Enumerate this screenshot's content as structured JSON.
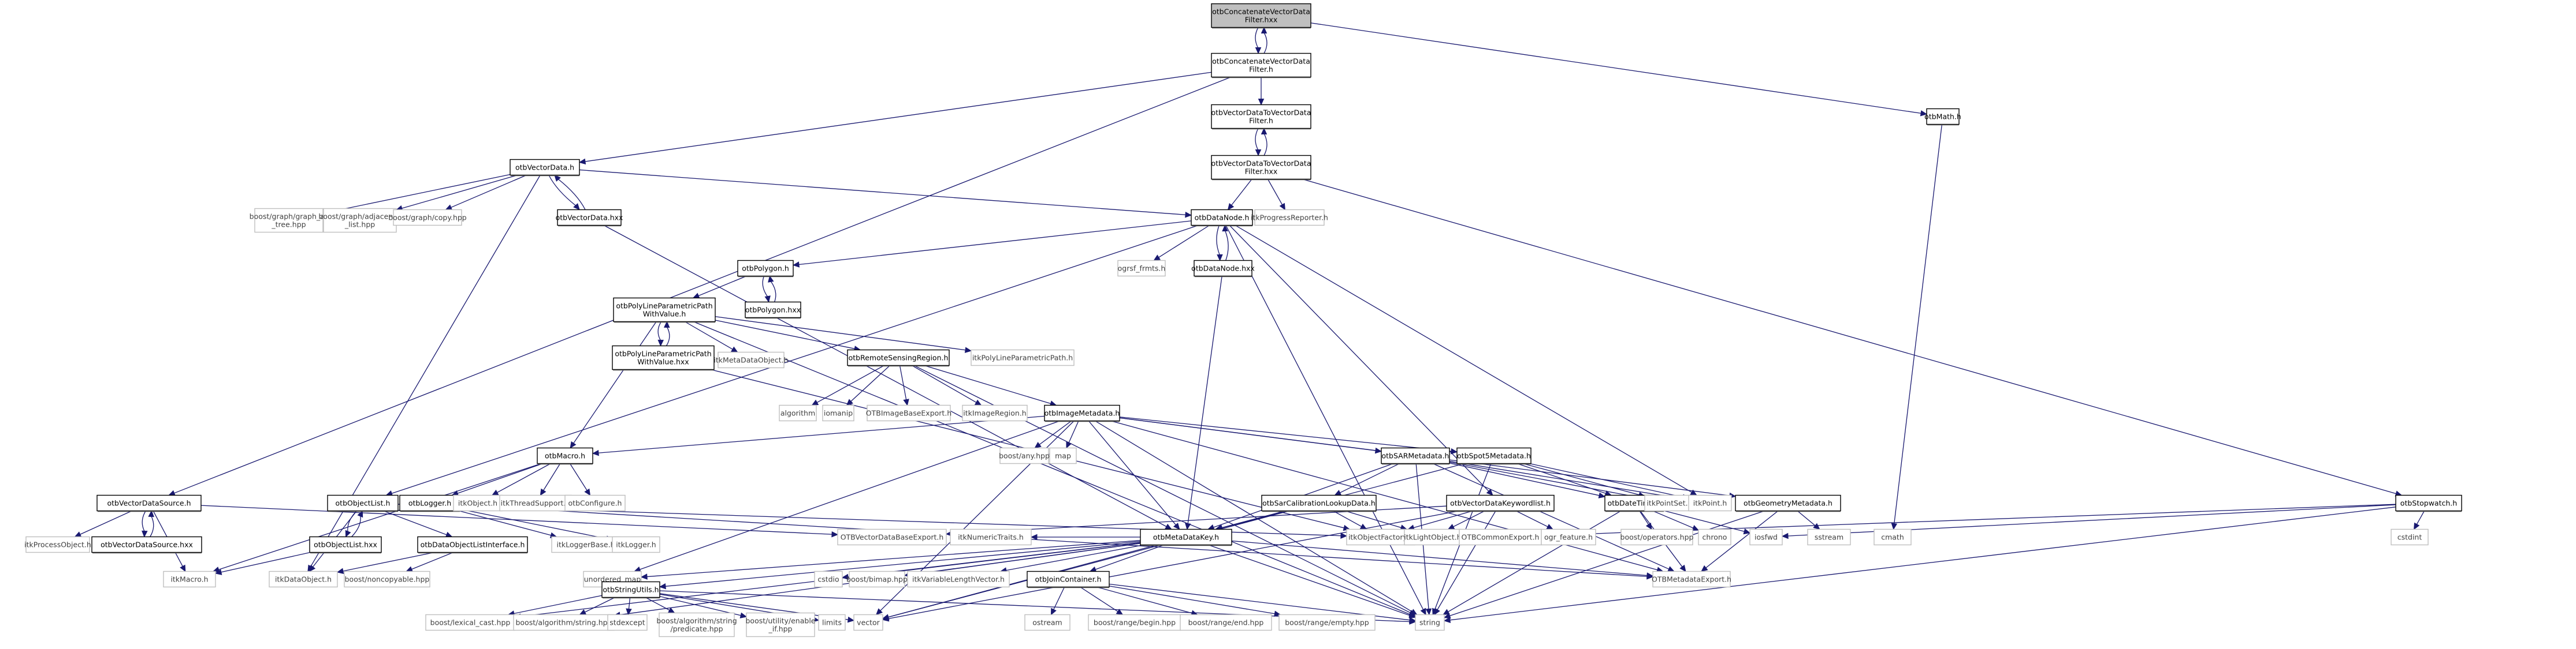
{
  "title": "otbConcatenateVectorDataFilter.hxx include dependency graph",
  "colors": {
    "edge": "#191970",
    "root_fill": "#bfbfbf",
    "node_border": "#000000",
    "external_border": "#bfbfbf"
  },
  "nodes": [
    {
      "id": "root",
      "lines": [
        "otbConcatenateVectorData",
        "Filter.hxx"
      ],
      "kind": "root"
    },
    {
      "id": "cvdf_h",
      "lines": [
        "otbConcatenateVectorData",
        "Filter.h"
      ],
      "kind": "internal"
    },
    {
      "id": "vd2vd_h",
      "lines": [
        "otbVectorDataToVectorData",
        "Filter.h"
      ],
      "kind": "internal"
    },
    {
      "id": "vd2vd_hxx",
      "lines": [
        "otbVectorDataToVectorData",
        "Filter.hxx"
      ],
      "kind": "internal"
    },
    {
      "id": "math",
      "lines": [
        "otbMath.h"
      ],
      "kind": "internal"
    },
    {
      "id": "vectordata_h",
      "lines": [
        "otbVectorData.h"
      ],
      "kind": "internal"
    },
    {
      "id": "vectordata_hxx",
      "lines": [
        "otbVectorData.hxx"
      ],
      "kind": "internal"
    },
    {
      "id": "graph_as_tree",
      "lines": [
        "boost/graph/graph_as",
        "_tree.hpp"
      ],
      "kind": "external"
    },
    {
      "id": "adjacency",
      "lines": [
        "boost/graph/adjacency",
        "_list.hpp"
      ],
      "kind": "external"
    },
    {
      "id": "graph_copy",
      "lines": [
        "boost/graph/copy.hpp"
      ],
      "kind": "external"
    },
    {
      "id": "datanode_h",
      "lines": [
        "otbDataNode.h"
      ],
      "kind": "internal"
    },
    {
      "id": "progress",
      "lines": [
        "itkProgressReporter.h"
      ],
      "kind": "external"
    },
    {
      "id": "ogrsf",
      "lines": [
        "ogrsf_frmts.h"
      ],
      "kind": "external"
    },
    {
      "id": "datanode_hxx",
      "lines": [
        "otbDataNode.hxx"
      ],
      "kind": "internal"
    },
    {
      "id": "polygon_h",
      "lines": [
        "otbPolygon.h"
      ],
      "kind": "internal"
    },
    {
      "id": "polygon_hxx",
      "lines": [
        "otbPolygon.hxx"
      ],
      "kind": "internal"
    },
    {
      "id": "polyline_h",
      "lines": [
        "otbPolyLineParametricPath",
        "WithValue.h"
      ],
      "kind": "internal"
    },
    {
      "id": "polyline_hxx",
      "lines": [
        "otbPolyLineParametricPath",
        "WithValue.hxx"
      ],
      "kind": "internal"
    },
    {
      "id": "metadataobject",
      "lines": [
        "itkMetaDataObject.h"
      ],
      "kind": "external"
    },
    {
      "id": "rsregion",
      "lines": [
        "otbRemoteSensingRegion.h"
      ],
      "kind": "internal"
    },
    {
      "id": "itkpolyline",
      "lines": [
        "itkPolyLineParametricPath.h"
      ],
      "kind": "external"
    },
    {
      "id": "algorithm",
      "lines": [
        "algorithm"
      ],
      "kind": "external"
    },
    {
      "id": "iomanip",
      "lines": [
        "iomanip"
      ],
      "kind": "external"
    },
    {
      "id": "otbimagebaseexport",
      "lines": [
        "OTBImageBaseExport.h"
      ],
      "kind": "external"
    },
    {
      "id": "itkimageregion",
      "lines": [
        "itkImageRegion.h"
      ],
      "kind": "external"
    },
    {
      "id": "imagemetadata",
      "lines": [
        "otbImageMetadata.h"
      ],
      "kind": "internal"
    },
    {
      "id": "boostany",
      "lines": [
        "boost/any.hpp"
      ],
      "kind": "external"
    },
    {
      "id": "map",
      "lines": [
        "map"
      ],
      "kind": "external"
    },
    {
      "id": "macro",
      "lines": [
        "otbMacro.h"
      ],
      "kind": "internal"
    },
    {
      "id": "sarmetadata",
      "lines": [
        "otbSARMetadata.h"
      ],
      "kind": "internal"
    },
    {
      "id": "spot5metadata",
      "lines": [
        "otbSpot5Metadata.h"
      ],
      "kind": "internal"
    },
    {
      "id": "stopwatch",
      "lines": [
        "otbStopwatch.h"
      ],
      "kind": "internal"
    },
    {
      "id": "vdsource_h",
      "lines": [
        "otbVectorDataSource.h"
      ],
      "kind": "internal"
    },
    {
      "id": "vdsource_hxx",
      "lines": [
        "otbVectorDataSource.hxx"
      ],
      "kind": "internal"
    },
    {
      "id": "processobject",
      "lines": [
        "itkProcessObject.h"
      ],
      "kind": "external"
    },
    {
      "id": "objectlist_h",
      "lines": [
        "otbObjectList.h"
      ],
      "kind": "internal"
    },
    {
      "id": "objectlist_hxx",
      "lines": [
        "otbObjectList.hxx"
      ],
      "kind": "internal"
    },
    {
      "id": "logger_h",
      "lines": [
        "otbLogger.h"
      ],
      "kind": "internal"
    },
    {
      "id": "itkobject",
      "lines": [
        "itkObject.h"
      ],
      "kind": "external"
    },
    {
      "id": "threadsupport",
      "lines": [
        "itkThreadSupport.h"
      ],
      "kind": "external"
    },
    {
      "id": "configure",
      "lines": [
        "otbConfigure.h"
      ],
      "kind": "external"
    },
    {
      "id": "dataobjlistif",
      "lines": [
        "otbDataObjectListInterface.h"
      ],
      "kind": "internal"
    },
    {
      "id": "loggerbase",
      "lines": [
        "itkLoggerBase.h"
      ],
      "kind": "external"
    },
    {
      "id": "itklogger",
      "lines": [
        "itkLogger.h"
      ],
      "kind": "external"
    },
    {
      "id": "sarcal",
      "lines": [
        "otbSarCalibrationLookupData.h"
      ],
      "kind": "internal"
    },
    {
      "id": "vdkeywordlist",
      "lines": [
        "otbVectorDataKeywordlist.h"
      ],
      "kind": "internal"
    },
    {
      "id": "datetime",
      "lines": [
        "otbDateTime.h"
      ],
      "kind": "internal"
    },
    {
      "id": "pointset",
      "lines": [
        "itkPointSet.h"
      ],
      "kind": "external"
    },
    {
      "id": "itkpoint",
      "lines": [
        "itkPoint.h"
      ],
      "kind": "external"
    },
    {
      "id": "geommetadata",
      "lines": [
        "otbGeometryMetadata.h"
      ],
      "kind": "internal"
    },
    {
      "id": "vdbaseexport",
      "lines": [
        "OTBVectorDataBaseExport.h"
      ],
      "kind": "external"
    },
    {
      "id": "numerictraits",
      "lines": [
        "itkNumericTraits.h"
      ],
      "kind": "external"
    },
    {
      "id": "metadatakey",
      "lines": [
        "otbMetaDataKey.h"
      ],
      "kind": "internal"
    },
    {
      "id": "objectfactory",
      "lines": [
        "itkObjectFactory.h"
      ],
      "kind": "external"
    },
    {
      "id": "lightobject",
      "lines": [
        "itkLightObject.h"
      ],
      "kind": "external"
    },
    {
      "id": "commonexport",
      "lines": [
        "OTBCommonExport.h"
      ],
      "kind": "external"
    },
    {
      "id": "ogrfeature",
      "lines": [
        "ogr_feature.h"
      ],
      "kind": "external"
    },
    {
      "id": "operators",
      "lines": [
        "boost/operators.hpp"
      ],
      "kind": "external"
    },
    {
      "id": "chrono",
      "lines": [
        "chrono"
      ],
      "kind": "external"
    },
    {
      "id": "iosfwd",
      "lines": [
        "iosfwd"
      ],
      "kind": "external"
    },
    {
      "id": "sstream",
      "lines": [
        "sstream"
      ],
      "kind": "external"
    },
    {
      "id": "cmath",
      "lines": [
        "cmath"
      ],
      "kind": "external"
    },
    {
      "id": "cstdint",
      "lines": [
        "cstdint"
      ],
      "kind": "external"
    },
    {
      "id": "itkmacro",
      "lines": [
        "itkMacro.h"
      ],
      "kind": "external"
    },
    {
      "id": "itkdataobject",
      "lines": [
        "itkDataObject.h"
      ],
      "kind": "external"
    },
    {
      "id": "noncopyable",
      "lines": [
        "boost/noncopyable.hpp"
      ],
      "kind": "external"
    },
    {
      "id": "unordered_map",
      "lines": [
        "unordered_map"
      ],
      "kind": "external"
    },
    {
      "id": "cstdio",
      "lines": [
        "cstdio"
      ],
      "kind": "external"
    },
    {
      "id": "bimap",
      "lines": [
        "boost/bimap.hpp"
      ],
      "kind": "external"
    },
    {
      "id": "varlenvector",
      "lines": [
        "itkVariableLengthVector.h"
      ],
      "kind": "external"
    },
    {
      "id": "joincontainer",
      "lines": [
        "otbJoinContainer.h"
      ],
      "kind": "internal"
    },
    {
      "id": "metadataexport",
      "lines": [
        "OTBMetadataExport.h"
      ],
      "kind": "external"
    },
    {
      "id": "stringutils",
      "lines": [
        "otbStringUtils.h"
      ],
      "kind": "internal"
    },
    {
      "id": "lexical_cast",
      "lines": [
        "boost/lexical_cast.hpp"
      ],
      "kind": "external"
    },
    {
      "id": "algo_string",
      "lines": [
        "boost/algorithm/string.hpp"
      ],
      "kind": "external"
    },
    {
      "id": "stdexcept",
      "lines": [
        "stdexcept"
      ],
      "kind": "external"
    },
    {
      "id": "predicate",
      "lines": [
        "boost/algorithm/string",
        "/predicate.hpp"
      ],
      "kind": "external"
    },
    {
      "id": "enable_if",
      "lines": [
        "boost/utility/enable",
        "_if.hpp"
      ],
      "kind": "external"
    },
    {
      "id": "limits",
      "lines": [
        "limits"
      ],
      "kind": "external"
    },
    {
      "id": "vector",
      "lines": [
        "vector"
      ],
      "kind": "external"
    },
    {
      "id": "ostream",
      "lines": [
        "ostream"
      ],
      "kind": "external"
    },
    {
      "id": "range_begin",
      "lines": [
        "boost/range/begin.hpp"
      ],
      "kind": "external"
    },
    {
      "id": "range_end",
      "lines": [
        "boost/range/end.hpp"
      ],
      "kind": "external"
    },
    {
      "id": "range_empty",
      "lines": [
        "boost/range/empty.hpp"
      ],
      "kind": "external"
    },
    {
      "id": "string",
      "lines": [
        "string"
      ],
      "kind": "external"
    }
  ],
  "edges": [
    [
      "root",
      "cvdf_h"
    ],
    [
      "cvdf_h",
      "root"
    ],
    [
      "root",
      "math"
    ],
    [
      "cvdf_h",
      "vd2vd_h"
    ],
    [
      "cvdf_h",
      "vectordata_h"
    ],
    [
      "cvdf_h",
      "vdsource_h"
    ],
    [
      "vd2vd_h",
      "vd2vd_hxx"
    ],
    [
      "vd2vd_hxx",
      "vd2vd_h"
    ],
    [
      "vd2vd_hxx",
      "datanode_h"
    ],
    [
      "vd2vd_hxx",
      "progress"
    ],
    [
      "vd2vd_hxx",
      "stopwatch"
    ],
    [
      "math",
      "cmath"
    ],
    [
      "vectordata_h",
      "graph_as_tree"
    ],
    [
      "vectordata_h",
      "adjacency"
    ],
    [
      "vectordata_h",
      "graph_copy"
    ],
    [
      "vectordata_h",
      "vectordata_hxx"
    ],
    [
      "vectordata_hxx",
      "vectordata_h"
    ],
    [
      "vectordata_h",
      "datanode_h"
    ],
    [
      "vectordata_h",
      "itkdataobject"
    ],
    [
      "vectordata_hxx",
      "metadatakey"
    ],
    [
      "datanode_h",
      "ogrsf"
    ],
    [
      "datanode_h",
      "datanode_hxx"
    ],
    [
      "datanode_hxx",
      "datanode_h"
    ],
    [
      "datanode_h",
      "polygon_h"
    ],
    [
      "datanode_h",
      "objectlist_h"
    ],
    [
      "datanode_h",
      "vdkeywordlist"
    ],
    [
      "datanode_h",
      "itkpoint"
    ],
    [
      "datanode_h",
      "string"
    ],
    [
      "datanode_hxx",
      "metadatakey"
    ],
    [
      "polygon_h",
      "polyline_h"
    ],
    [
      "polygon_h",
      "polygon_hxx"
    ],
    [
      "polygon_hxx",
      "polygon_h"
    ],
    [
      "polyline_h",
      "polyline_hxx"
    ],
    [
      "polyline_hxx",
      "polyline_h"
    ],
    [
      "polyline_h",
      "metadataobject"
    ],
    [
      "polyline_h",
      "rsregion"
    ],
    [
      "polyline_h",
      "itkpolyline"
    ],
    [
      "polyline_h",
      "macro"
    ],
    [
      "polyline_h",
      "string"
    ],
    [
      "polyline_hxx",
      "objectfactory"
    ],
    [
      "rsregion",
      "algorithm"
    ],
    [
      "rsregion",
      "iomanip"
    ],
    [
      "rsregion",
      "otbimagebaseexport"
    ],
    [
      "rsregion",
      "itkimageregion"
    ],
    [
      "rsregion",
      "imagemetadata"
    ],
    [
      "rsregion",
      "string"
    ],
    [
      "imagemetadata",
      "boostany"
    ],
    [
      "imagemetadata",
      "map"
    ],
    [
      "imagemetadata",
      "macro"
    ],
    [
      "imagemetadata",
      "sarmetadata"
    ],
    [
      "imagemetadata",
      "spot5metadata"
    ],
    [
      "imagemetadata",
      "geommetadata"
    ],
    [
      "imagemetadata",
      "metadatakey"
    ],
    [
      "imagemetadata",
      "unordered_map"
    ],
    [
      "imagemetadata",
      "vector"
    ],
    [
      "imagemetadata",
      "string"
    ],
    [
      "imagemetadata",
      "metadataexport"
    ],
    [
      "macro",
      "logger_h"
    ],
    [
      "macro",
      "itkobject"
    ],
    [
      "macro",
      "threadsupport"
    ],
    [
      "macro",
      "configure"
    ],
    [
      "macro",
      "itkmacro"
    ],
    [
      "logger_h",
      "loggerbase"
    ],
    [
      "logger_h",
      "itklogger"
    ],
    [
      "logger_h",
      "metadataexport"
    ],
    [
      "sarmetadata",
      "sarcal"
    ],
    [
      "sarmetadata",
      "datetime"
    ],
    [
      "sarmetadata",
      "pointset"
    ],
    [
      "sarmetadata",
      "itkpoint"
    ],
    [
      "sarmetadata",
      "metadatakey"
    ],
    [
      "sarmetadata",
      "metadataexport"
    ],
    [
      "sarmetadata",
      "string"
    ],
    [
      "spot5metadata",
      "datetime"
    ],
    [
      "spot5metadata",
      "pointset"
    ],
    [
      "spot5metadata",
      "itkpoint"
    ],
    [
      "spot5metadata",
      "metadatakey"
    ],
    [
      "spot5metadata",
      "string"
    ],
    [
      "stopwatch",
      "cstdint"
    ],
    [
      "stopwatch",
      "iosfwd"
    ],
    [
      "stopwatch",
      "string"
    ],
    [
      "stopwatch",
      "commonexport"
    ],
    [
      "vdsource_h",
      "vdsource_hxx"
    ],
    [
      "vdsource_hxx",
      "vdsource_h"
    ],
    [
      "vdsource_h",
      "processobject"
    ],
    [
      "vdsource_h",
      "itkmacro"
    ],
    [
      "vdsource_h",
      "vdbaseexport"
    ],
    [
      "objectlist_h",
      "objectlist_hxx"
    ],
    [
      "objectlist_hxx",
      "objectlist_h"
    ],
    [
      "objectlist_h",
      "dataobjlistif"
    ],
    [
      "objectlist_h",
      "itkdataobject"
    ],
    [
      "objectlist_h",
      "objectfactory"
    ],
    [
      "objectlist_hxx",
      "itkmacro"
    ],
    [
      "dataobjlistif",
      "itkdataobject"
    ],
    [
      "dataobjlistif",
      "noncopyable"
    ],
    [
      "sarcal",
      "objectfactory"
    ],
    [
      "sarcal",
      "lightobject"
    ],
    [
      "sarcal",
      "metadatakey"
    ],
    [
      "sarcal",
      "vector"
    ],
    [
      "vdkeywordlist",
      "objectfactory"
    ],
    [
      "vdkeywordlist",
      "lightobject"
    ],
    [
      "vdkeywordlist",
      "ogrfeature"
    ],
    [
      "vdkeywordlist",
      "vdbaseexport"
    ],
    [
      "vdkeywordlist",
      "vector"
    ],
    [
      "vdkeywordlist",
      "string"
    ],
    [
      "datetime",
      "operators"
    ],
    [
      "datetime",
      "chrono"
    ],
    [
      "datetime",
      "iosfwd"
    ],
    [
      "datetime",
      "string"
    ],
    [
      "datetime",
      "metadataexport"
    ],
    [
      "geommetadata",
      "sstream"
    ],
    [
      "geommetadata",
      "string"
    ],
    [
      "geommetadata",
      "metadataexport"
    ],
    [
      "metadatakey",
      "unordered_map"
    ],
    [
      "metadatakey",
      "cstdio"
    ],
    [
      "metadatakey",
      "bimap"
    ],
    [
      "metadatakey",
      "varlenvector"
    ],
    [
      "metadatakey",
      "joincontainer"
    ],
    [
      "metadatakey",
      "stringutils"
    ],
    [
      "metadatakey",
      "vector"
    ],
    [
      "metadatakey",
      "string"
    ],
    [
      "metadatakey",
      "metadataexport"
    ],
    [
      "metadatakey",
      "numerictraits"
    ],
    [
      "metadatakey",
      "lexical_cast"
    ],
    [
      "metadatakey",
      "algo_string"
    ],
    [
      "joincontainer",
      "ostream"
    ],
    [
      "joincontainer",
      "range_begin"
    ],
    [
      "joincontainer",
      "range_end"
    ],
    [
      "joincontainer",
      "range_empty"
    ],
    [
      "joincontainer",
      "string"
    ],
    [
      "stringutils",
      "lexical_cast"
    ],
    [
      "stringutils",
      "algo_string"
    ],
    [
      "stringutils",
      "stdexcept"
    ],
    [
      "stringutils",
      "predicate"
    ],
    [
      "stringutils",
      "enable_if"
    ],
    [
      "stringutils",
      "limits"
    ],
    [
      "stringutils",
      "vector"
    ],
    [
      "stringutils",
      "string"
    ]
  ]
}
